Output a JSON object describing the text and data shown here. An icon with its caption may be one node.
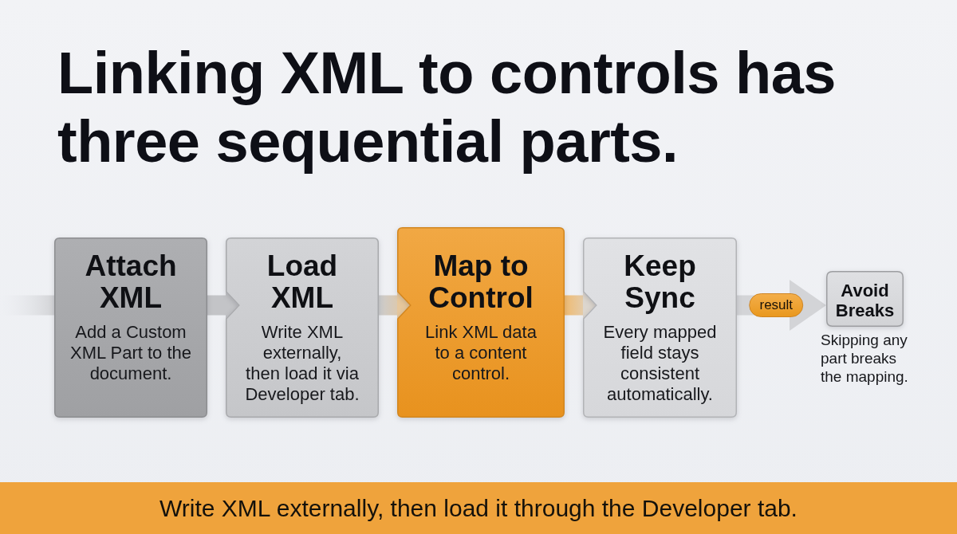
{
  "diagram": {
    "title": "Linking XML to controls has three sequential parts.",
    "caption": "Write XML externally, then load it through the Developer tab.",
    "nodes": [
      {
        "text": [
          "Attach XML",
          "Add a Custom XML Part to the document."
        ]
      },
      {
        "text": [
          "Load XML",
          "Write XML externally, then load it via Developer tab."
        ]
      },
      {
        "text": [
          "Map to Control",
          "Link XML data to a content control."
        ]
      },
      {
        "text": [
          "Keep Sync",
          "Every mapped field stays consistent automatically."
        ]
      },
      {
        "text": [
          "Avoid Breaks"
        ],
        "beside": [
          "Skipping any part breaks the mapping."
        ]
      }
    ],
    "edges": [
      {
        "from": null,
        "to": 0,
        "arrow": "none"
      },
      {
        "from": 0,
        "to": 1,
        "arrow": "to"
      },
      {
        "from": 1,
        "to": 2,
        "arrow": "to"
      },
      {
        "from": 2,
        "to": 3,
        "arrow": "to"
      },
      {
        "from": 3,
        "to": 4,
        "arrow": "to",
        "label": "result"
      }
    ]
  }
}
